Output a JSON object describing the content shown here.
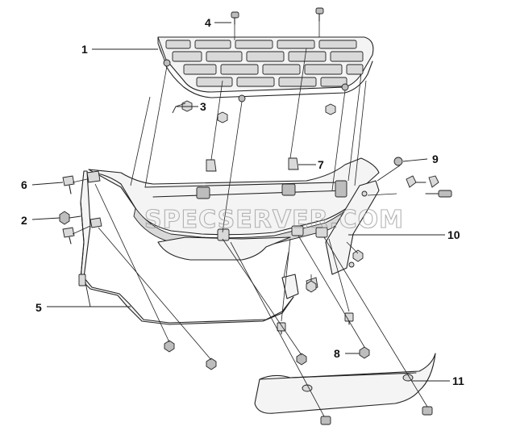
{
  "diagram": {
    "callouts": [
      {
        "id": "c1",
        "label": "1"
      },
      {
        "id": "c2",
        "label": "2"
      },
      {
        "id": "c3",
        "label": "3"
      },
      {
        "id": "c4",
        "label": "4"
      },
      {
        "id": "c5",
        "label": "5"
      },
      {
        "id": "c6",
        "label": "6"
      },
      {
        "id": "c7",
        "label": "7"
      },
      {
        "id": "c8",
        "label": "8"
      },
      {
        "id": "c9",
        "label": "9"
      },
      {
        "id": "c10",
        "label": "10"
      },
      {
        "id": "c11",
        "label": "11"
      }
    ],
    "watermark": "SPECSERVER.COM"
  }
}
